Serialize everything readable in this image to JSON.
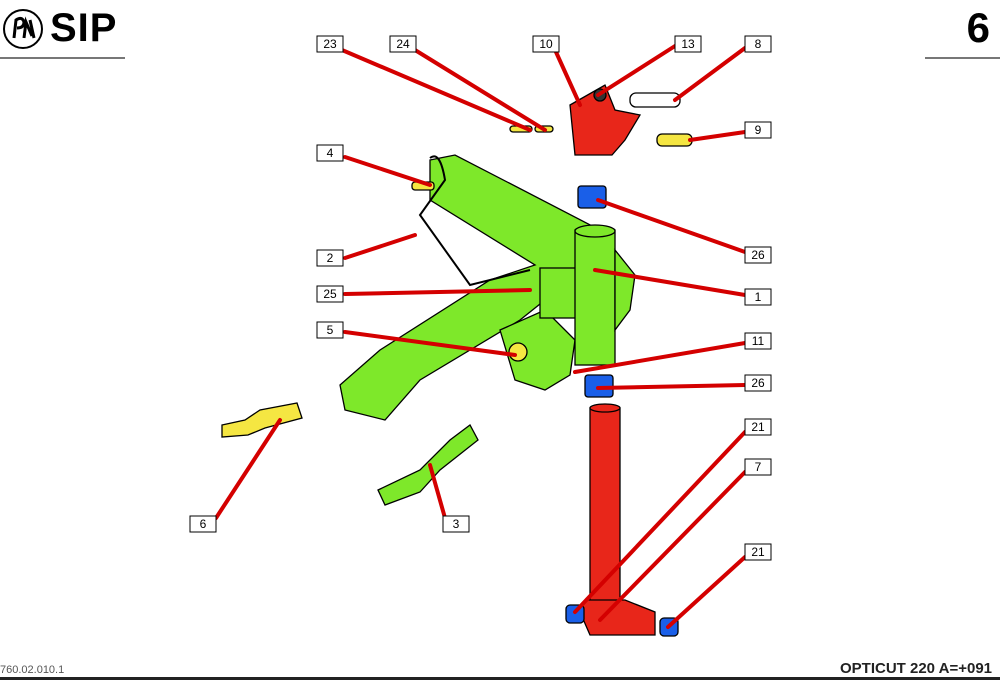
{
  "header": {
    "brand": "SIP",
    "page_number": "6"
  },
  "footer": {
    "document_code": "760.02.010.1",
    "model": "OPTICUT 220 A=+091"
  },
  "colors": {
    "frame": "#7ee82a",
    "column": "#e8261a",
    "bushing": "#1a5fe8",
    "pin": "#f5e642",
    "leader": "#d40000"
  },
  "callouts": [
    {
      "label": "23"
    },
    {
      "label": "24"
    },
    {
      "label": "10"
    },
    {
      "label": "13"
    },
    {
      "label": "8"
    },
    {
      "label": "9"
    },
    {
      "label": "4"
    },
    {
      "label": "26"
    },
    {
      "label": "2"
    },
    {
      "label": "25"
    },
    {
      "label": "1"
    },
    {
      "label": "5"
    },
    {
      "label": "11"
    },
    {
      "label": "26"
    },
    {
      "label": "21"
    },
    {
      "label": "7"
    },
    {
      "label": "6"
    },
    {
      "label": "3"
    },
    {
      "label": "21"
    }
  ]
}
